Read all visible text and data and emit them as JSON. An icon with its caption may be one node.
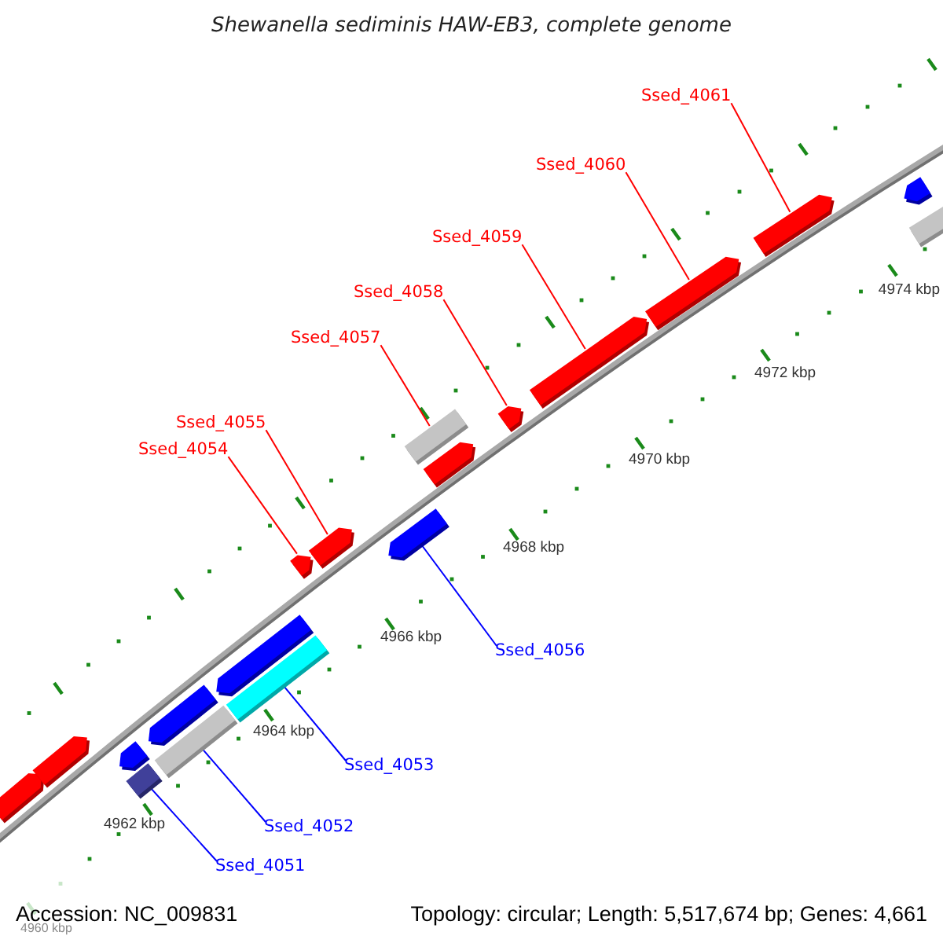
{
  "diagram": {
    "title": "Shewanella sediminis HAW-EB3, complete genome",
    "nodes": [
      {
        "text": [
          "Ssed_4061"
        ]
      },
      {
        "text": [
          "Ssed_4060"
        ]
      },
      {
        "text": [
          "Ssed_4059"
        ]
      },
      {
        "text": [
          "Ssed_4058"
        ]
      },
      {
        "text": [
          "Ssed_4057"
        ]
      },
      {
        "text": [
          "Ssed_4055"
        ]
      },
      {
        "text": [
          "Ssed_4054"
        ]
      },
      {
        "text": [
          "Ssed_4056"
        ]
      },
      {
        "text": [
          "Ssed_4053"
        ]
      },
      {
        "text": [
          "Ssed_4052"
        ]
      },
      {
        "text": [
          "Ssed_4051"
        ]
      },
      {
        "text": [],
        "shape": "arrow"
      },
      {
        "text": [],
        "shape": "arrow"
      },
      {
        "text": [],
        "shape": "arrow"
      },
      {
        "text": [],
        "shape": "bar"
      },
      {
        "text": [],
        "shape": "arrow"
      },
      {
        "text": [],
        "shape": "bar"
      },
      {
        "text": [],
        "shape": "arrow"
      },
      {
        "text": [],
        "shape": "bar"
      },
      {
        "text": [],
        "shape": "arrow"
      },
      {
        "text": [],
        "shape": "arrow"
      },
      {
        "text": [],
        "shape": "arrow"
      },
      {
        "text": [],
        "shape": "bar"
      },
      {
        "text": [],
        "shape": "arrow"
      },
      {
        "text": [],
        "shape": "arrow"
      },
      {
        "text": [],
        "shape": "arrow"
      },
      {
        "text": [],
        "shape": "arrow"
      },
      {
        "text": [],
        "shape": "arrow"
      },
      {
        "text": [],
        "shape": "arrow"
      },
      {
        "text": [],
        "shape": "bar"
      }
    ],
    "edges": [
      {
        "from": 0,
        "to": 27,
        "arrow": "none"
      },
      {
        "from": 1,
        "to": 26,
        "arrow": "none"
      },
      {
        "from": 2,
        "to": 25,
        "arrow": "none"
      },
      {
        "from": 3,
        "to": 24,
        "arrow": "none"
      },
      {
        "from": 4,
        "to": 22,
        "arrow": "none"
      },
      {
        "from": 5,
        "to": 20,
        "arrow": "none"
      },
      {
        "from": 6,
        "to": 19,
        "arrow": "none"
      },
      {
        "from": 7,
        "to": 21,
        "arrow": "none",
        "color": "#0000ff"
      },
      {
        "from": 8,
        "to": 18,
        "arrow": "none",
        "color": "#0000ff"
      },
      {
        "from": 9,
        "to": 16,
        "arrow": "none",
        "color": "#0000ff"
      },
      {
        "from": 10,
        "to": 14,
        "arrow": "none",
        "color": "#0000ff"
      }
    ],
    "labels": [
      "4974 kbp",
      "4972 kbp",
      "4970 kbp",
      "4968 kbp",
      "4966 kbp",
      "4964 kbp",
      "4962 kbp",
      "Accession: NC_009831",
      "4960 kbp",
      "Topology: circular; Length: 5,517,674 bp; Genes: 4,661"
    ]
  }
}
